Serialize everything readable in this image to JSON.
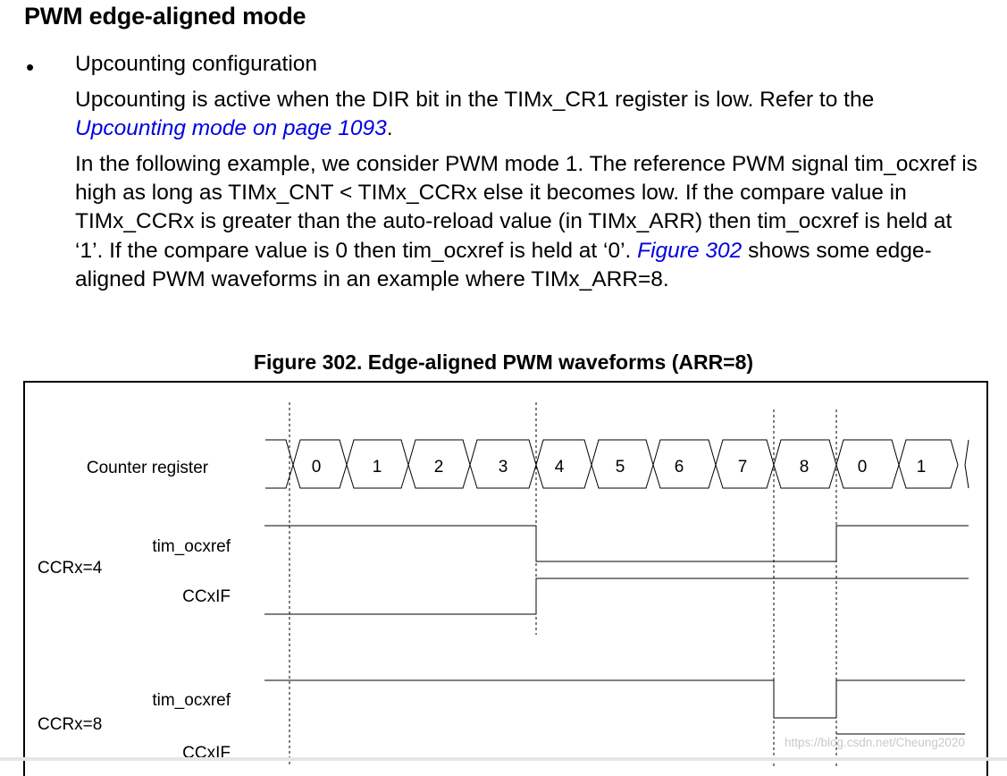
{
  "heading": "PWM edge-aligned mode",
  "bullet": {
    "symbol": "•",
    "label": "Upcounting configuration"
  },
  "paragraph1": {
    "text": "Upcounting is active when the DIR bit in the TIMx_CR1 register is low. Refer to the ",
    "link": "Upcounting mode on page 1093",
    "end": "."
  },
  "paragraph2": {
    "text": "In the following example, we consider PWM mode 1. The reference PWM signal tim_ocxref is high as long as TIMx_CNT < TIMx_CCRx else it becomes low. If the compare value in TIMx_CCRx is greater than the auto-reload value (in TIMx_ARR) then tim_ocxref is held at ‘1’. If the compare value is 0 then tim_ocxref is held at ‘0’. ",
    "link": "Figure 302",
    "text_after": " shows some edge-aligned PWM waveforms in an example where TIMx_ARR=8."
  },
  "figure": {
    "caption": "Figure 302. Edge-aligned PWM waveforms (ARR=8)",
    "counter_label": "Counter register",
    "counter_values": [
      "0",
      "1",
      "2",
      "3",
      "4",
      "5",
      "6",
      "7",
      "8",
      "0",
      "1"
    ],
    "groups": [
      {
        "ccr_label": "CCRx=4",
        "signal_labels": [
          "tim_ocxref",
          "CCxIF"
        ]
      },
      {
        "ccr_label": "CCRx=8",
        "signal_labels": [
          "tim_ocxref",
          "CCxIF"
        ]
      }
    ]
  },
  "watermark": "https://blog.csdn.net/Cheung2020"
}
